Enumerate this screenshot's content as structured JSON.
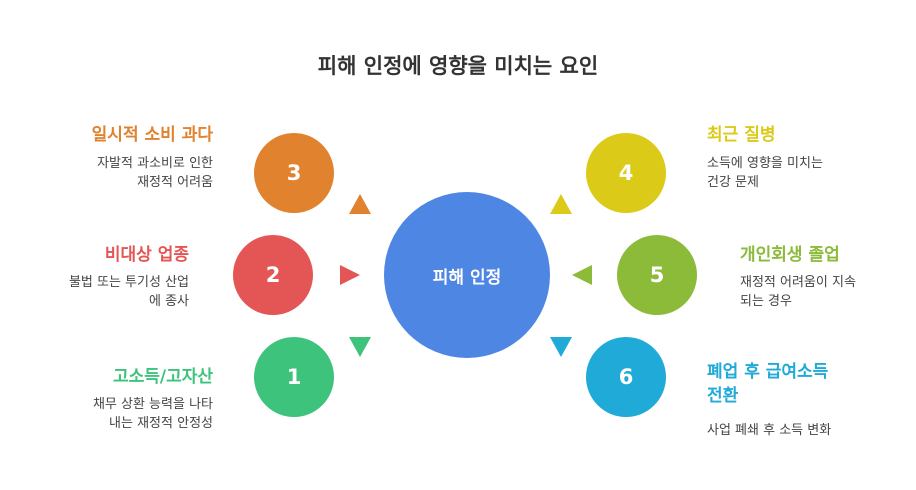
{
  "title": "피해 인정에 영향을 미치는 요인",
  "center": "피해 인정",
  "colors": {
    "center": "#4e86e4",
    "orange": "#e0822e",
    "red": "#e45555",
    "green": "#3ec37c",
    "yellow": "#dcca18",
    "lime": "#8cba39",
    "cyan": "#20aad8"
  },
  "factors": [
    {
      "number": "3",
      "heading": "일시적 소비 과다",
      "desc_lines": [
        "자발적 과소비로 인한",
        "재정적 어려움"
      ]
    },
    {
      "number": "2",
      "heading": "비대상 업종",
      "desc_lines": [
        "불법 또는 투기성 산업",
        "에 종사"
      ]
    },
    {
      "number": "1",
      "heading": "고소득/고자산",
      "desc_lines": [
        "채무 상환 능력을 나타",
        "내는 재정적 안정성"
      ]
    },
    {
      "number": "4",
      "heading": "최근 질병",
      "desc_lines": [
        "소득에 영향을 미치는",
        "건강 문제"
      ]
    },
    {
      "number": "5",
      "heading": "개인회생 졸업",
      "desc_lines": [
        "재정적 어려움이 지속",
        "되는 경우"
      ]
    },
    {
      "number": "6",
      "heading_lines": [
        "폐업 후 급여소득",
        "전환"
      ],
      "desc_lines": [
        "사업 폐쇄 후 소득 변화"
      ]
    }
  ]
}
